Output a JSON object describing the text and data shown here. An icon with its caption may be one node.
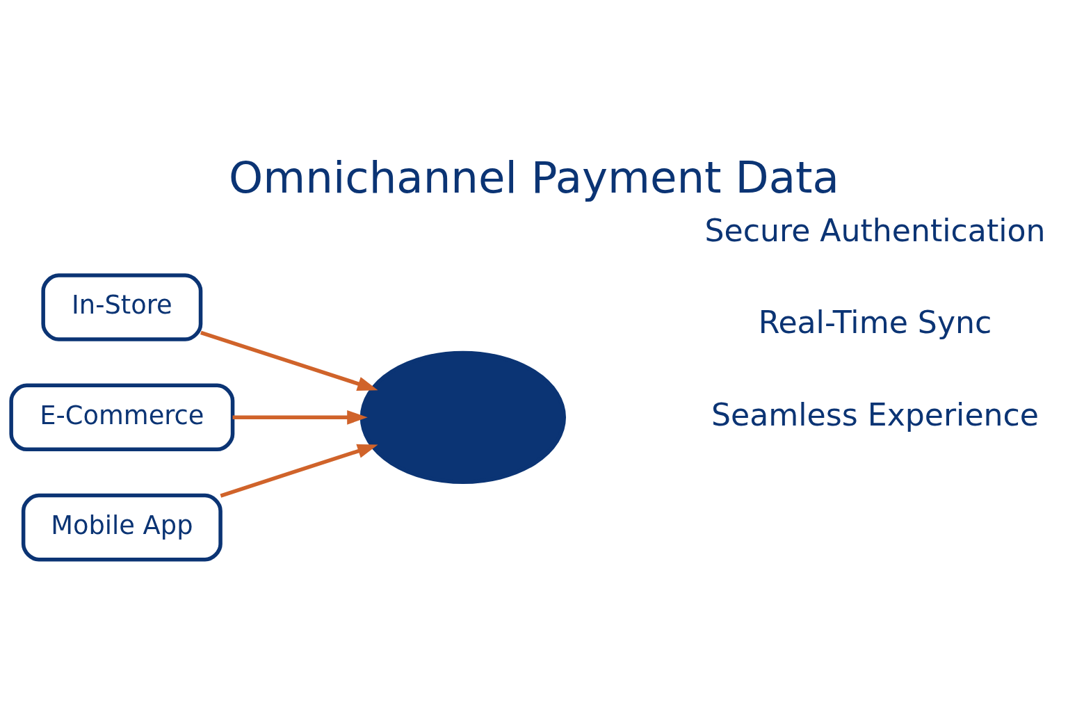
{
  "diagram": {
    "title": "Omnichannel Payment Data",
    "nodes": [
      {
        "text": [
          "In-Store"
        ]
      },
      {
        "text": [
          "E-Commerce"
        ]
      },
      {
        "text": [
          "Mobile App"
        ]
      },
      {
        "text": [],
        "shape": "cloud"
      }
    ],
    "edges": [
      {
        "from": 0,
        "to": 3,
        "arrow": "to",
        "color": "#d0632a"
      },
      {
        "from": 1,
        "to": 3,
        "arrow": "to",
        "color": "#d0632a"
      },
      {
        "from": 2,
        "to": 3,
        "arrow": "to",
        "color": "#d0632a"
      }
    ],
    "labels": [
      "Seamless Experience",
      "Real-Time Sync",
      "Secure Authentication"
    ]
  }
}
